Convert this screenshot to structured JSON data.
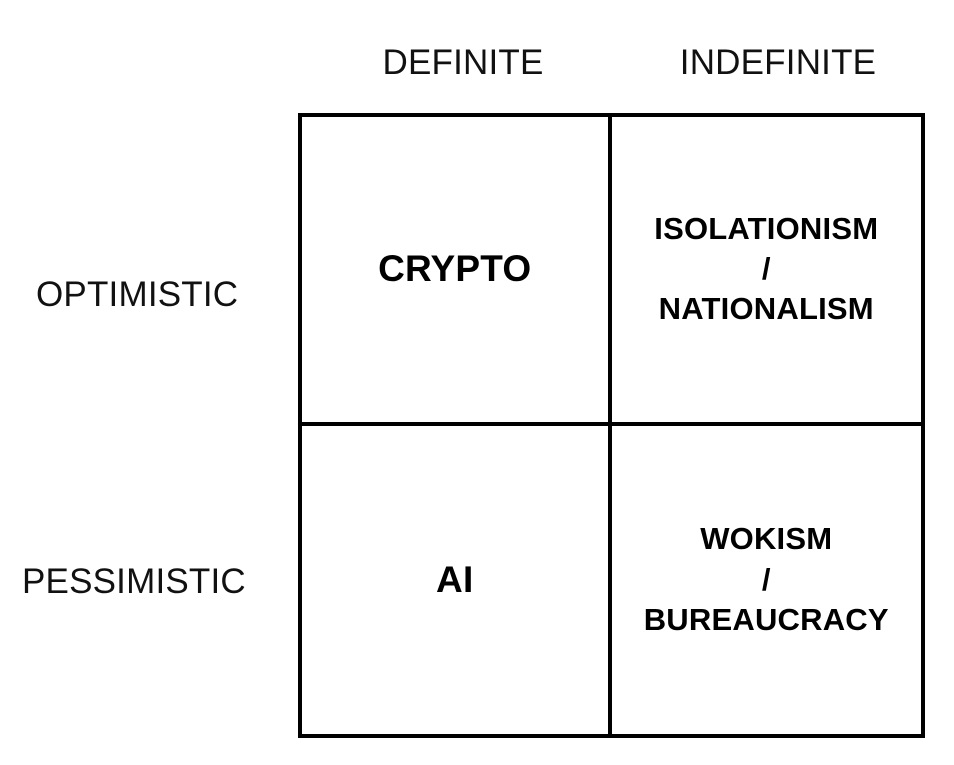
{
  "diagram": {
    "type": "2x2-matrix",
    "background_color": "#ffffff",
    "line_color": "#000000",
    "text_color": "#000000",
    "column_headers": [
      {
        "id": "definite",
        "label": "DEFINITE"
      },
      {
        "id": "indefinite",
        "label": "INDEFINITE"
      }
    ],
    "row_headers": [
      {
        "id": "optimistic",
        "label": "OPTIMISTIC"
      },
      {
        "id": "pessimistic",
        "label": "PESSIMISTIC"
      }
    ],
    "cells": [
      {
        "id": "definite-optimistic",
        "row": "OPTIMISTIC",
        "column": "DEFINITE",
        "lines": [
          "CRYPTO"
        ],
        "line1": "CRYPTO",
        "line2": "",
        "line3": ""
      },
      {
        "id": "indefinite-optimistic",
        "row": "OPTIMISTIC",
        "column": "INDEFINITE",
        "lines": [
          "ISOLATIONISM",
          "/",
          "NATIONALISM"
        ],
        "line1": "ISOLATIONISM",
        "line2": "/",
        "line3": "NATIONALISM"
      },
      {
        "id": "definite-pessimistic",
        "row": "PESSIMISTIC",
        "column": "DEFINITE",
        "lines": [
          "AI"
        ],
        "line1": "AI",
        "line2": "",
        "line3": ""
      },
      {
        "id": "indefinite-pessimistic",
        "row": "PESSIMISTIC",
        "column": "INDEFINITE",
        "lines": [
          "WOKISM",
          "/",
          "BUREAUCRACY"
        ],
        "line1": "WOKISM",
        "line2": "/",
        "line3": "BUREAUCRACY"
      }
    ]
  }
}
